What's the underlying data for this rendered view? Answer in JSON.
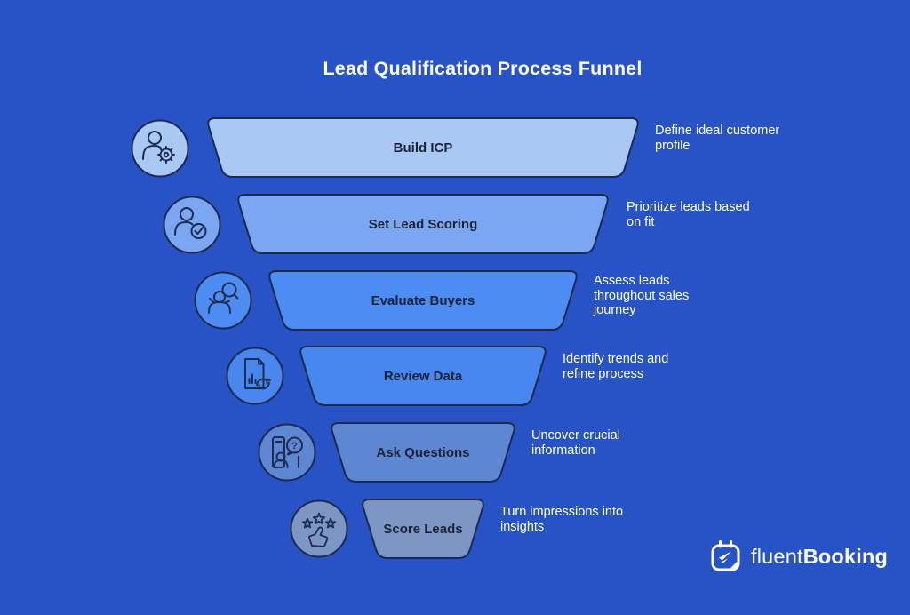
{
  "title": "Lead Qualification Process Funnel",
  "colors": {
    "background": "#2853c6",
    "shape_outline": "#1d2a4c",
    "stage_label_text": "#1b2437",
    "description_text": "#ffffff"
  },
  "funnel": {
    "stages": [
      {
        "label": "Build ICP",
        "description": "Define ideal customer profile",
        "icon": "user-gear-icon",
        "fill": "#a9c9f4"
      },
      {
        "label": "Set Lead Scoring",
        "description": "Prioritize leads based on fit",
        "icon": "user-check-icon",
        "fill": "#7aa6f2"
      },
      {
        "label": "Evaluate Buyers",
        "description": "Assess leads throughout sales journey",
        "icon": "user-search-icon",
        "fill": "#4d8cf3"
      },
      {
        "label": "Review Data",
        "description": "Identify trends and refine process",
        "icon": "document-refresh-icon",
        "fill": "#4787ef"
      },
      {
        "label": "Ask Questions",
        "description": "Uncover crucial information",
        "icon": "question-bubble-icon",
        "fill": "#5e87d3"
      },
      {
        "label": "Score Leads",
        "description": "Turn impressions into insights",
        "icon": "stars-thumbs-up-icon",
        "fill": "#7d97c4"
      }
    ]
  },
  "logo": {
    "brand_regular": "fluent",
    "brand_bold": "Booking"
  }
}
